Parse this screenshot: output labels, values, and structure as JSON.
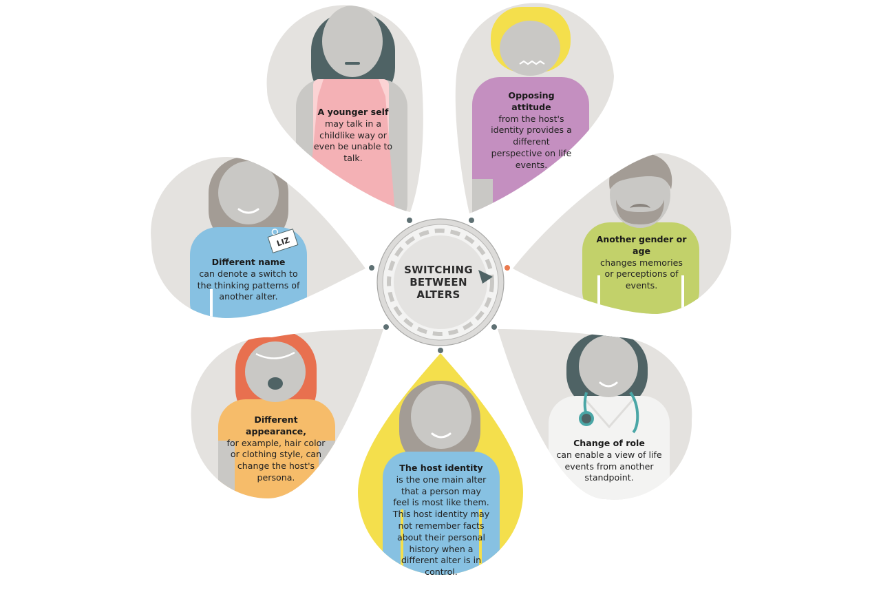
{
  "hub": {
    "lines": [
      "SWITCHING",
      "BETWEEN",
      "ALTERS"
    ]
  },
  "alters": [
    {
      "id": "younger",
      "title": "A younger self",
      "body": "may talk in a childlike way or even be unable to talk."
    },
    {
      "id": "opposing",
      "title": "Opposing attitude",
      "body": "from the host's identity provides a different perspective on life events."
    },
    {
      "id": "gender",
      "title": "Another gender or age",
      "body": "changes memories or perceptions of events."
    },
    {
      "id": "role",
      "title": "Change of role",
      "body": "can enable a view of life events from another standpoint."
    },
    {
      "id": "host",
      "title": "The host identity",
      "body": "is the one main alter that a person may feel is most like them. This host identity may not remember facts about their personal history when a different alter is in control."
    },
    {
      "id": "appearance",
      "title": "Different appearance,",
      "body": "for example, hair color or clothing style, can change the host's persona."
    },
    {
      "id": "name",
      "title": "Different name",
      "body": "can denote a switch to the thinking patterns of another alter."
    }
  ],
  "name_tag": "LIZ",
  "colors": {
    "petal": "#e4e2df",
    "petal_active": "#f4df4c",
    "face": "#c9c8c5",
    "dark_hair": "#4f6365",
    "gray_hair": "#a39c95",
    "blonde_hair": "#f4df4c",
    "red_hair": "#e8704f",
    "shirt_pink": "#f4b1b5",
    "shirt_purple": "#c48fc0",
    "shirt_green": "#c2d16a",
    "shirt_blue": "#87c1e2",
    "shirt_orange": "#f6bc6a",
    "coat_white": "#f3f3f2",
    "stethoscope": "#4aa6a6",
    "dot": "#5e7073",
    "dot_active": "#ea7a4f"
  }
}
